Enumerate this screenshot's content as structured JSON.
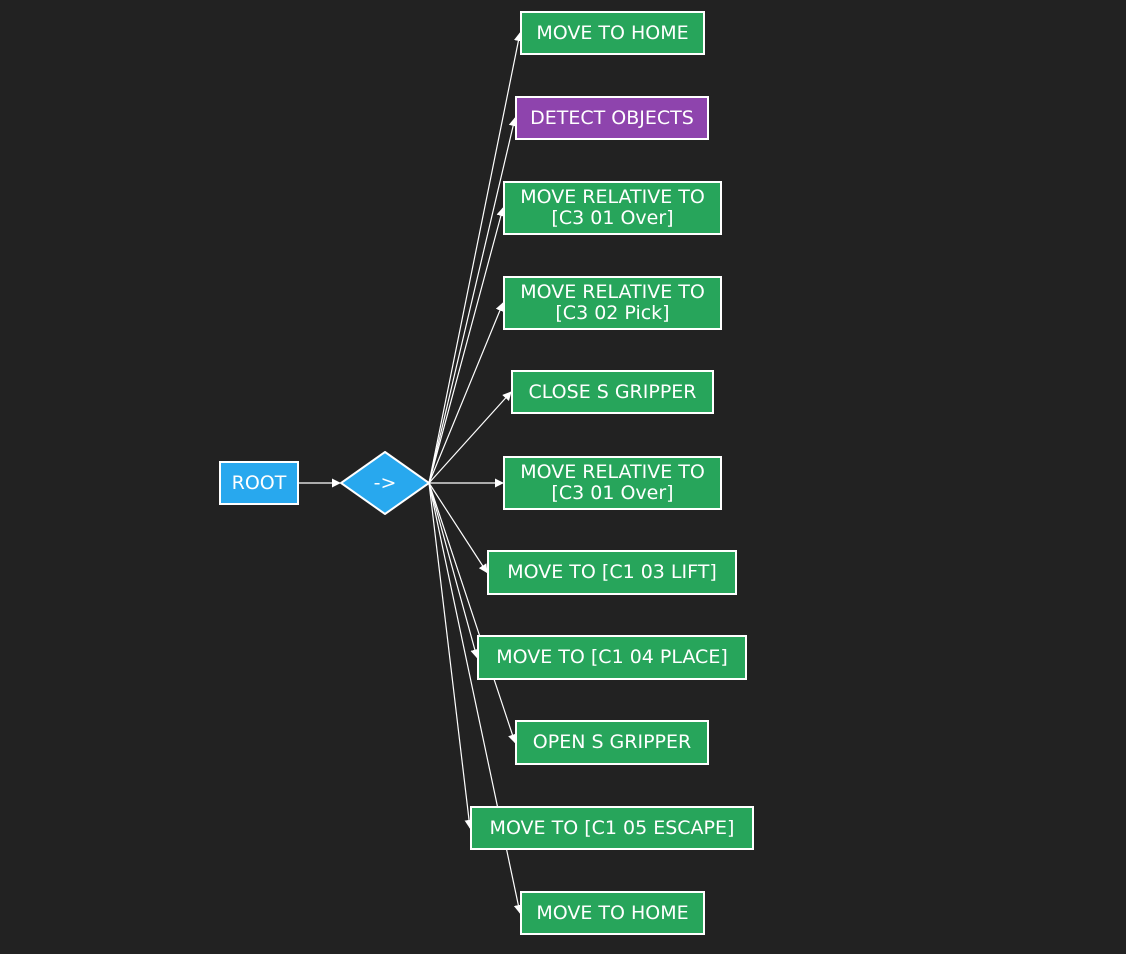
{
  "colors": {
    "background": "#222222",
    "root": "#28a8ee",
    "sequence": "#28a8ee",
    "action": "#27a55b",
    "condition": "#8e44ad",
    "edge": "#ffffff"
  },
  "root": {
    "label": "ROOT"
  },
  "sequence": {
    "label": "->"
  },
  "children": [
    {
      "label": "MOVE TO HOME",
      "kind": "action"
    },
    {
      "label": "DETECT OBJECTS",
      "kind": "condition"
    },
    {
      "label": "MOVE RELATIVE TO\n[C3 01 Over]",
      "kind": "action"
    },
    {
      "label": "MOVE RELATIVE TO\n[C3 02 Pick]",
      "kind": "action"
    },
    {
      "label": "CLOSE S GRIPPER",
      "kind": "action"
    },
    {
      "label": "MOVE RELATIVE TO\n[C3 01 Over]",
      "kind": "action"
    },
    {
      "label": "MOVE TO [C1 03 LIFT]",
      "kind": "action"
    },
    {
      "label": "MOVE TO [C1 04 PLACE]",
      "kind": "action"
    },
    {
      "label": "OPEN S GRIPPER",
      "kind": "action"
    },
    {
      "label": "MOVE TO [C1 05 ESCAPE]",
      "kind": "action"
    },
    {
      "label": "MOVE TO HOME",
      "kind": "action"
    }
  ]
}
